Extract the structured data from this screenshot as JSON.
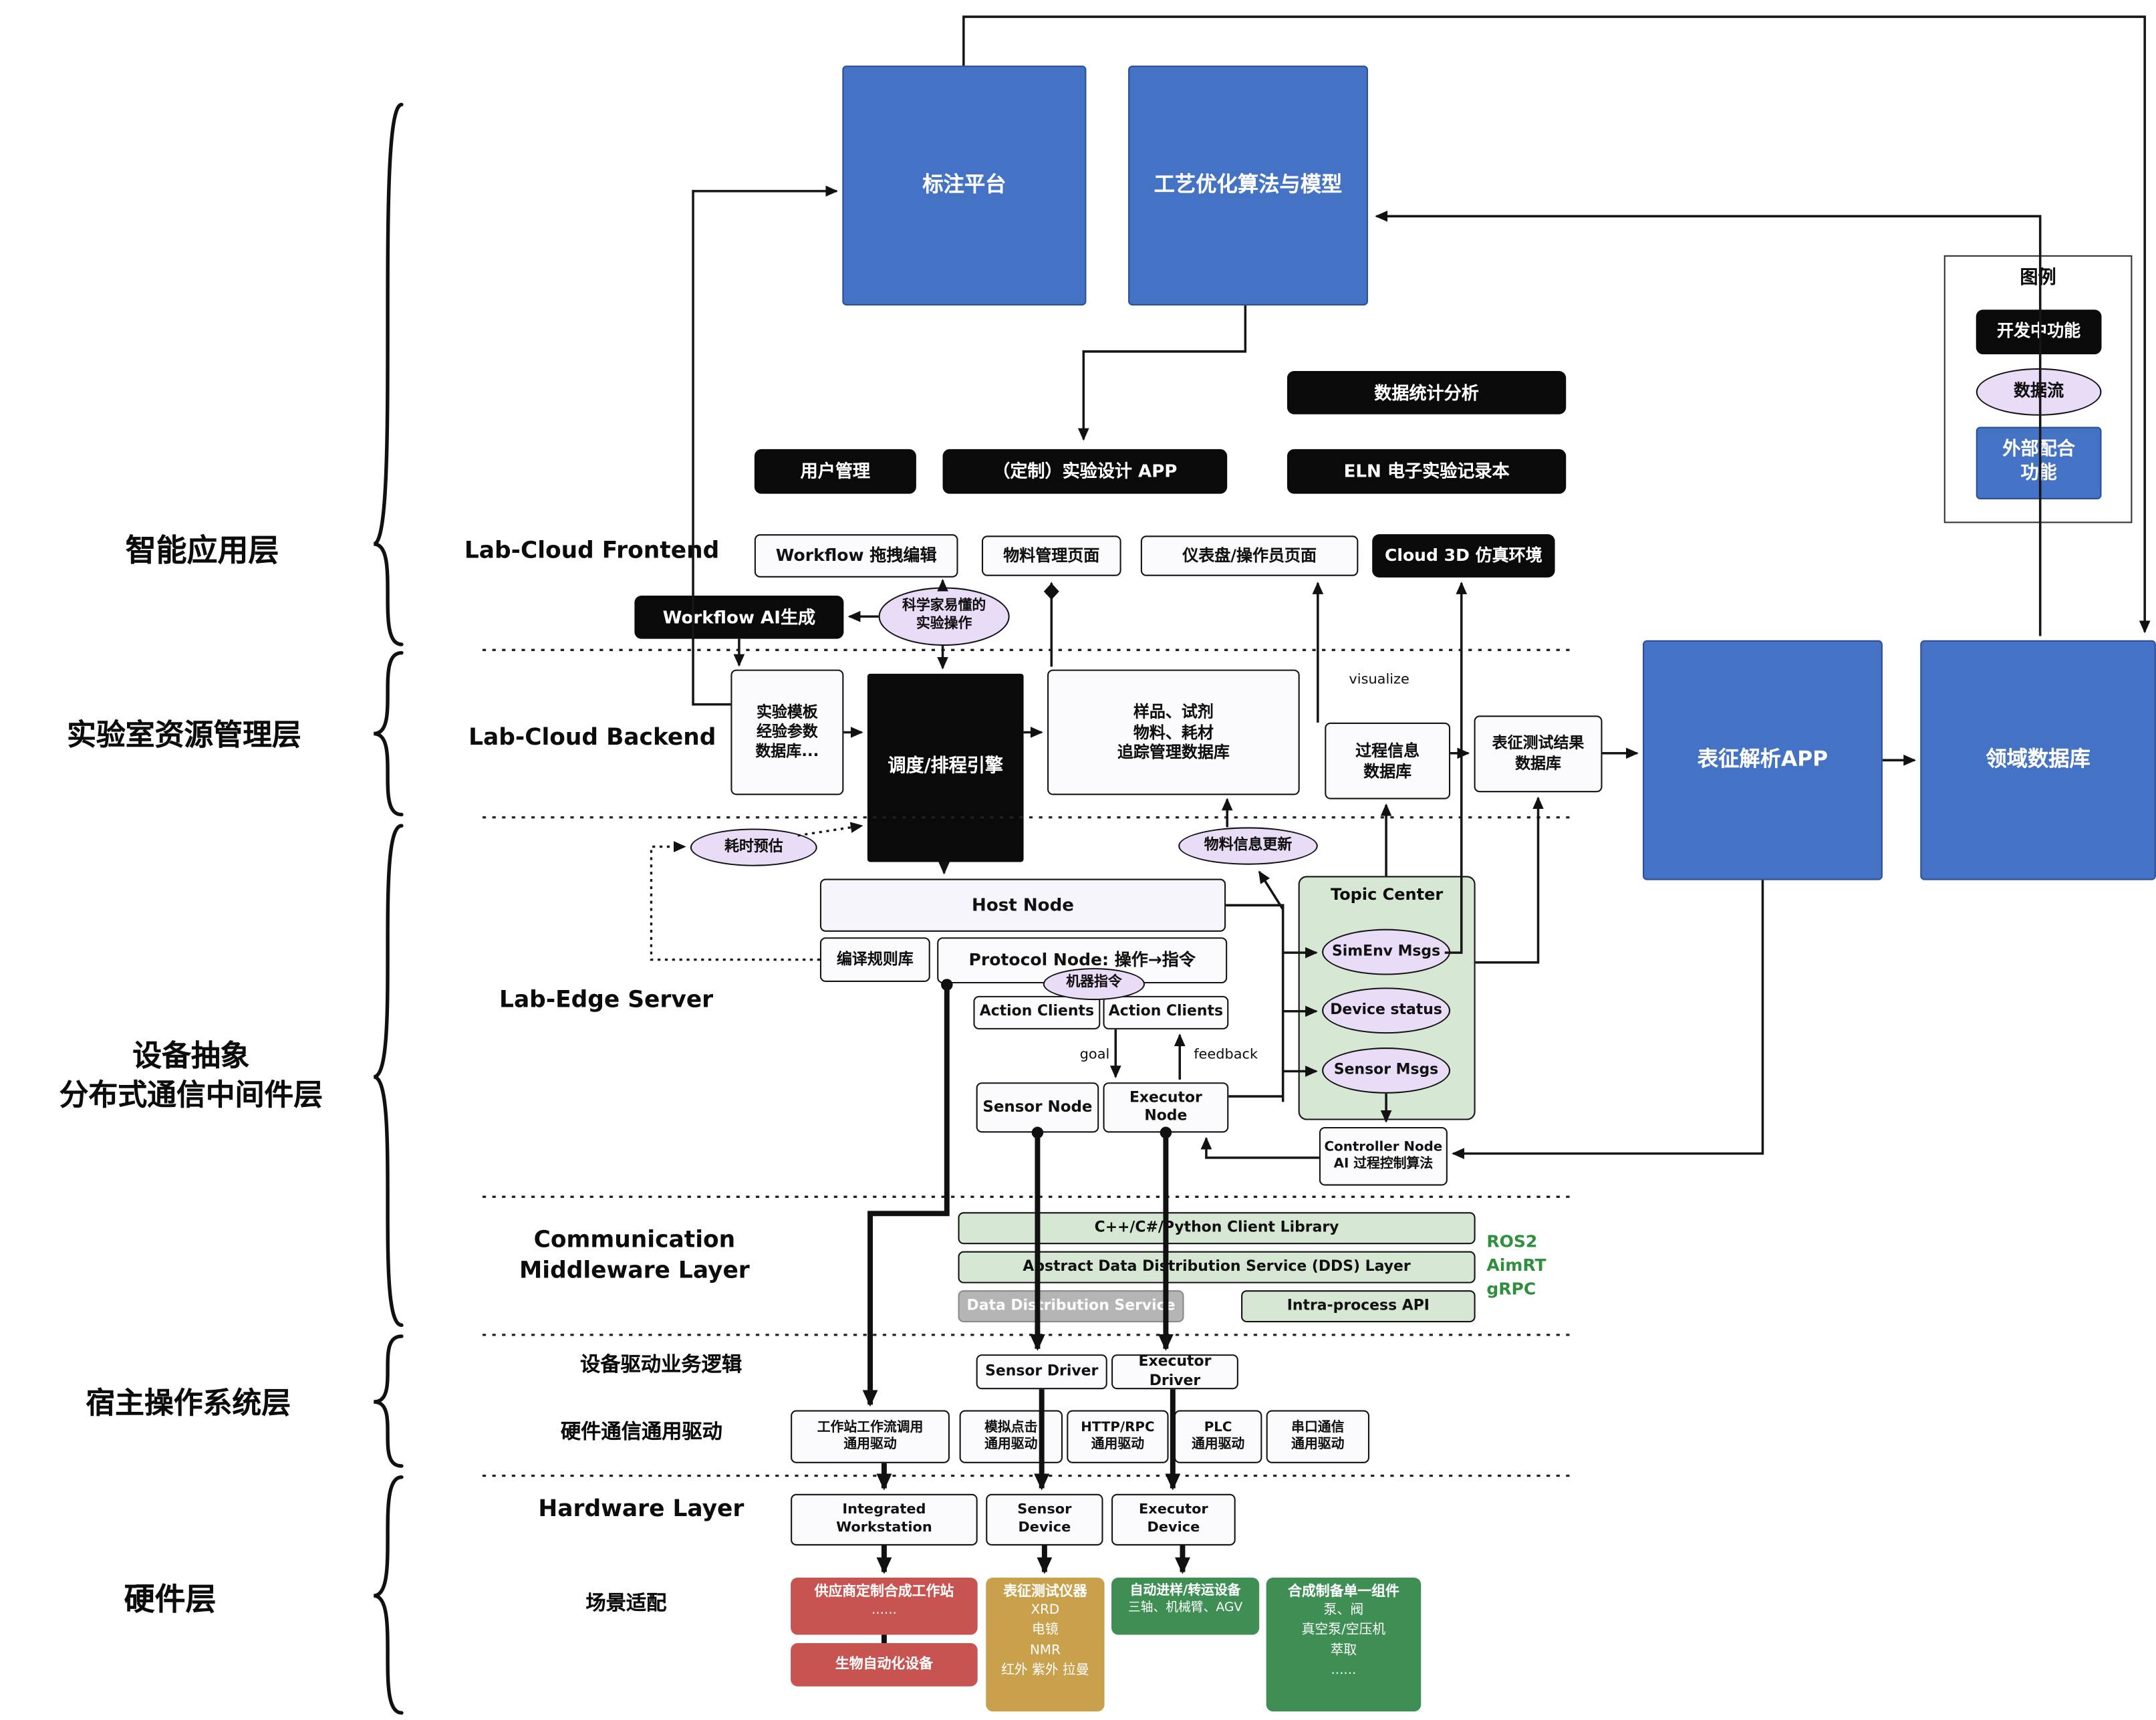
{
  "top": {
    "annotation": "标注平台",
    "optimization": "工艺优化算法与模型"
  },
  "legend": {
    "title": "图例",
    "developing": "开发中功能",
    "dataflow": "数据流",
    "external": "外部配合\n功能"
  },
  "layer_labels": {
    "app": "智能应用层",
    "resource": "实验室资源管理层",
    "middleware": "设备抽象\n分布式通信中间件层",
    "host_os": "宿主操作系统层",
    "hardware": "硬件层"
  },
  "frontend": {
    "section": "Lab-Cloud Frontend",
    "stats": "数据统计分析",
    "user": "用户管理",
    "design_app": "（定制）实验设计 APP",
    "eln": "ELN 电子实验记录本",
    "workflow_edit": "Workflow 拖拽编辑",
    "material_page": "物料管理页面",
    "dashboard": "仪表盘/操作员页面",
    "cloud3d": "Cloud 3D 仿真环境",
    "workflow_ai": "Workflow AI生成",
    "scientist": "科学家易懂的\n实验操作"
  },
  "backend": {
    "section": "Lab-Cloud Backend",
    "template_db": "实验模板\n经验参数\n数据库...",
    "scheduler": "调度/排程引擎",
    "tracking_db": "样品、试剂\n物料、耗材\n追踪管理数据库",
    "process_db": "过程信息\n数据库",
    "charact_db": "表征测试结果\n数据库",
    "charact_app": "表征解析APP",
    "domain_db": "领域数据库",
    "visualize": "visualize"
  },
  "edge": {
    "section": "Lab-Edge Server",
    "time_est": "耗时预估",
    "material_update": "物料信息更新",
    "host_node": "Host Node",
    "rule_lib": "编译规则库",
    "protocol": "Protocol Node: 操作→指令",
    "machine_cmd": "机器指令",
    "action_left": "Action Clients",
    "action_right": "Action Clients",
    "topic": "Topic Center",
    "simenv": "SimEnv Msgs",
    "device_status": "Device status",
    "sensor_msgs": "Sensor Msgs",
    "sensor_node": "Sensor Node",
    "executor_node": "Executor Node",
    "goal": "goal",
    "feedback": "feedback",
    "controller": "Controller Node\nAI 过程控制算法"
  },
  "middleware": {
    "section": "Communication\nMiddleware Layer",
    "client_lib": "C++/C#/Python Client Library",
    "dds": "Abstract Data Distribution Service (DDS) Layer",
    "dds_service": "Data Distribution Service",
    "intra": "Intra-process API",
    "stack": "ROS2\nAimRT\ngRPC"
  },
  "host_os": {
    "driver_logic": "设备驱动业务逻辑",
    "sensor_driver": "Sensor Driver",
    "executor_driver": "Executor Driver",
    "hw_comm": "硬件通信通用驱动",
    "drivers": [
      "工作站工作流调用\n通用驱动",
      "模拟点击\n通用驱动",
      "HTTP/RPC\n通用驱动",
      "PLC\n通用驱动",
      "串口通信\n通用驱动"
    ]
  },
  "hardware": {
    "section": "Hardware Layer",
    "workstation": "Integrated Workstation",
    "sensor_device": "Sensor Device",
    "executor_device": "Executor Device",
    "scene": "场景适配",
    "vendor": {
      "title": "供应商定制合成工作站",
      "body": "......"
    },
    "bio": {
      "title": "生物自动化设备"
    },
    "charact": {
      "title": "表征测试仪器",
      "body": "XRD\n电镜\nNMR\n红外 紫外 拉曼"
    },
    "transfer": {
      "title": "自动进样/转运设备",
      "body": "三轴、机械臂、AGV"
    },
    "synthesis": {
      "title": "合成制备单一组件",
      "body": "泵、阀\n真空泵/空压机\n萃取\n......"
    }
  },
  "colors": {
    "blue": "#4472c4",
    "black_box": "#0a0a0a",
    "dataflow_purple": "#e9dcf7",
    "green_light": "#d6e8d4",
    "gray": "#b5b5b5",
    "red": "#c75450",
    "tan": "#c9a14d",
    "green": "#3f8f55",
    "stack_green": "#2f8f3f"
  }
}
